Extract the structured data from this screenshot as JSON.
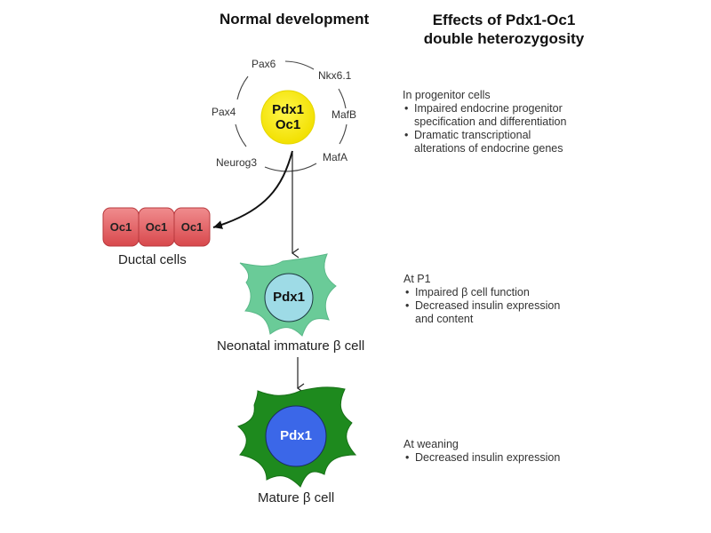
{
  "headers": {
    "normal": "Normal development",
    "effects_line1": "Effects of Pdx1-Oc1",
    "effects_line2": "double heterozygosity"
  },
  "progenitor": {
    "core_line1": "Pdx1",
    "core_line2": "Oc1",
    "core_color": "#FFEE22",
    "genes": [
      "Pax6",
      "Nkx6.1",
      "MafB",
      "MafA",
      "Neurog3",
      "Pax4"
    ]
  },
  "ductal": {
    "cells": [
      "Oc1",
      "Oc1",
      "Oc1"
    ],
    "label": "Ductal cells",
    "color": "#E05A5E"
  },
  "immature": {
    "nucleus": "Pdx1",
    "label": "Neonatal immature β cell",
    "body_color": "#6ACB98",
    "nucleus_color": "#9EDBE6"
  },
  "mature": {
    "nucleus": "Pdx1",
    "label": "Mature β cell",
    "body_color": "#1E8A1E",
    "nucleus_color": "#3B67E8"
  },
  "effects": [
    {
      "title": "In progenitor cells",
      "bullets": [
        [
          "Impaired endocrine progenitor",
          "specification and differentiation"
        ],
        [
          "Dramatic transcriptional",
          "alterations of endocrine genes"
        ]
      ]
    },
    {
      "title": "At P1",
      "bullets": [
        [
          "Impaired β cell function"
        ],
        [
          "Decreased insulin expression",
          "and content"
        ]
      ]
    },
    {
      "title": "At weaning",
      "bullets": [
        [
          "Decreased insulin expression"
        ]
      ]
    }
  ]
}
